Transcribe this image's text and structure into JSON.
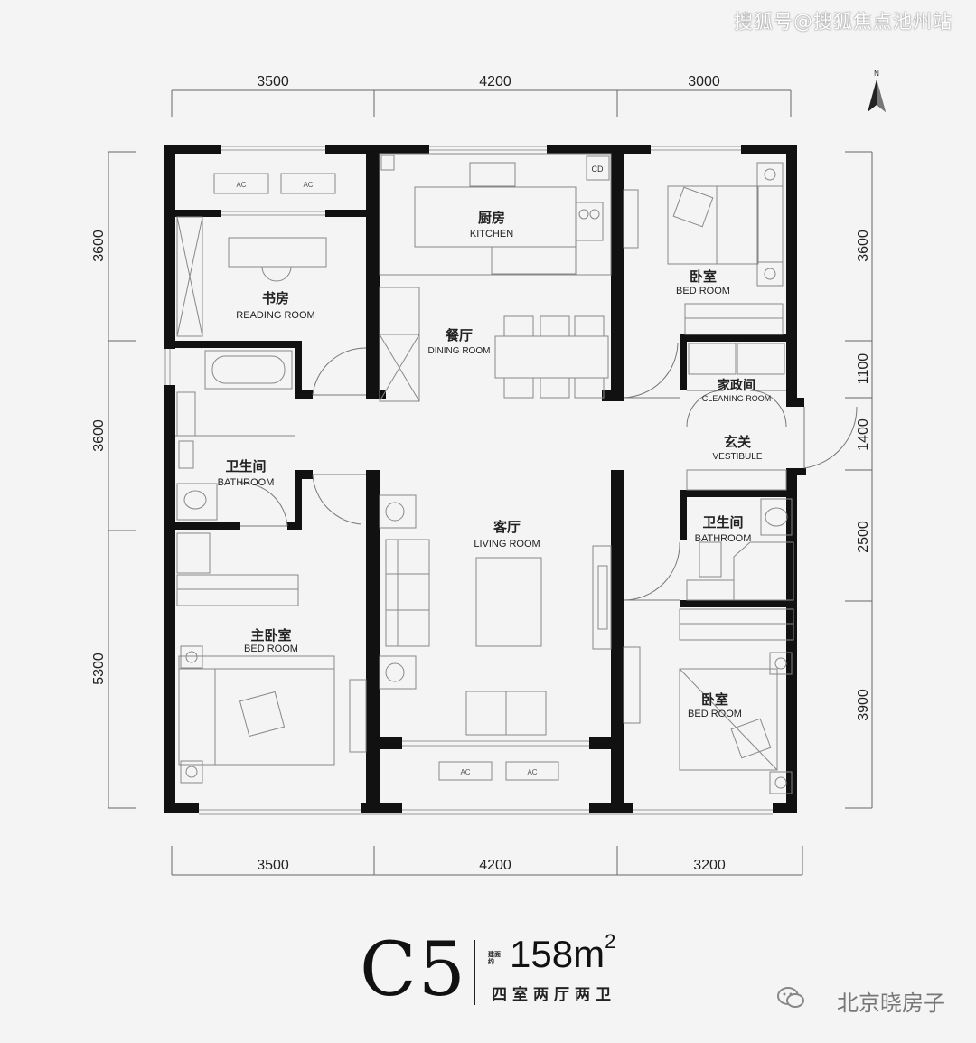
{
  "watermark": "搜狐号@搜狐焦点池州站",
  "compass": "N",
  "dims_top": [
    "3500",
    "4200",
    "3000"
  ],
  "dims_bottom": [
    "3500",
    "4200",
    "3200"
  ],
  "dims_left": [
    "3600",
    "3600",
    "5300"
  ],
  "dims_right": [
    "3600",
    "1100",
    "1400",
    "2500",
    "3900"
  ],
  "rooms": {
    "kitchen": {
      "cn": "厨房",
      "en": "KITCHEN"
    },
    "reading": {
      "cn": "书房",
      "en": "READING ROOM"
    },
    "dining": {
      "cn": "餐厅",
      "en": "DINING ROOM"
    },
    "bed_ne": {
      "cn": "卧室",
      "en": "BED ROOM"
    },
    "cleaning": {
      "cn": "家政间",
      "en": "CLEANING ROOM"
    },
    "vestibule": {
      "cn": "玄关",
      "en": "VESTIBULE"
    },
    "bath_w": {
      "cn": "卫生间",
      "en": "BATHROOM"
    },
    "living": {
      "cn": "客厅",
      "en": "LIVING ROOM"
    },
    "bath_e": {
      "cn": "卫生间",
      "en": "BATHROOM"
    },
    "master": {
      "cn": "主卧室",
      "en": "BED ROOM"
    },
    "bed_se": {
      "cn": "卧室",
      "en": "BED ROOM"
    }
  },
  "ac_label": "AC",
  "cd_label": "CD",
  "unit": {
    "code": "C5",
    "area_label": "建面约",
    "area_value": "158m",
    "area_sup": "2",
    "layout": "四室两厅两卫"
  },
  "credit": "北京晓房子"
}
